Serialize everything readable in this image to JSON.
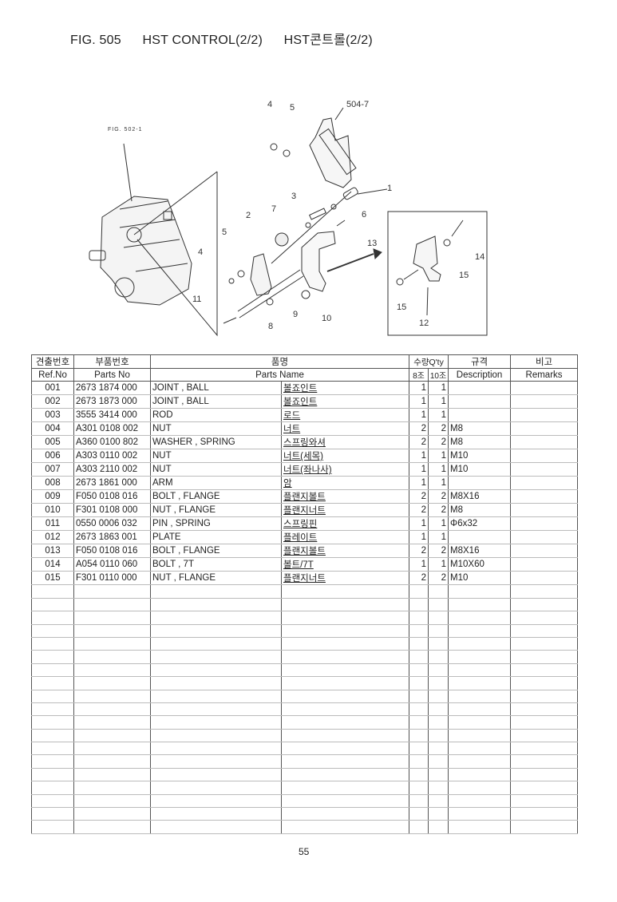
{
  "title": {
    "fig": "FIG. 505",
    "en": "HST CONTROL(2/2)",
    "kr": "HST콘트롤(2/2)"
  },
  "diagram": {
    "ref_fig": "FIG. 502-1",
    "ref_part": "504-7",
    "callouts": [
      "1",
      "2",
      "3",
      "4",
      "5",
      "6",
      "7",
      "8",
      "9",
      "10",
      "11",
      "12",
      "13",
      "14",
      "15"
    ]
  },
  "table": {
    "headers_kr": {
      "ref": "견출번호",
      "parts": "부품번호",
      "name": "품명",
      "qty": "수량Q'ty",
      "desc": "규격",
      "remarks": "비고"
    },
    "headers_en": {
      "ref": "Ref.No",
      "parts": "Parts No",
      "name": "Parts Name",
      "q8": "8조",
      "q10": "10조",
      "desc": "Description",
      "remarks": "Remarks"
    },
    "rows": [
      {
        "ref": "001",
        "parts": "2673 1874 000",
        "name": "JOINT , BALL",
        "kr": "볼죠인트",
        "q8": "1",
        "q10": "1",
        "desc": ""
      },
      {
        "ref": "002",
        "parts": "2673 1873 000",
        "name": "JOINT , BALL",
        "kr": "볼죠인트",
        "q8": "1",
        "q10": "1",
        "desc": ""
      },
      {
        "ref": "003",
        "parts": "3555 3414 000",
        "name": "ROD",
        "kr": "로드",
        "q8": "1",
        "q10": "1",
        "desc": ""
      },
      {
        "ref": "004",
        "parts": "A301 0108 002",
        "name": "NUT",
        "kr": "너트",
        "q8": "2",
        "q10": "2",
        "desc": "M8"
      },
      {
        "ref": "005",
        "parts": "A360 0100 802",
        "name": "WASHER , SPRING",
        "kr": "스프링와셔",
        "q8": "2",
        "q10": "2",
        "desc": "M8"
      },
      {
        "ref": "006",
        "parts": "A303 0110 002",
        "name": "NUT",
        "kr": "너트(세목)",
        "q8": "1",
        "q10": "1",
        "desc": "M10"
      },
      {
        "ref": "007",
        "parts": "A303 2110 002",
        "name": "NUT",
        "kr": "너트(좌나사)",
        "q8": "1",
        "q10": "1",
        "desc": "M10"
      },
      {
        "ref": "008",
        "parts": "2673 1861 000",
        "name": "ARM",
        "kr": "암",
        "q8": "1",
        "q10": "1",
        "desc": ""
      },
      {
        "ref": "009",
        "parts": "F050 0108 016",
        "name": "BOLT , FLANGE",
        "kr": "플랜지볼트",
        "q8": "2",
        "q10": "2",
        "desc": "M8X16"
      },
      {
        "ref": "010",
        "parts": "F301 0108 000",
        "name": "NUT , FLANGE",
        "kr": "플랜지너트",
        "q8": "2",
        "q10": "2",
        "desc": "M8"
      },
      {
        "ref": "011",
        "parts": "0550 0006 032",
        "name": "PIN , SPRING",
        "kr": "스프링핀",
        "q8": "1",
        "q10": "1",
        "desc": "Φ6x32"
      },
      {
        "ref": "012",
        "parts": "2673 1863 001",
        "name": "PLATE",
        "kr": "플레이트",
        "q8": "1",
        "q10": "1",
        "desc": ""
      },
      {
        "ref": "013",
        "parts": "F050 0108 016",
        "name": "BOLT , FLANGE",
        "kr": "플랜지볼트",
        "q8": "2",
        "q10": "2",
        "desc": "M8X16"
      },
      {
        "ref": "014",
        "parts": "A054 0110 060",
        "name": "BOLT , 7T",
        "kr": "볼트/7T",
        "q8": "1",
        "q10": "1",
        "desc": "M10X60"
      },
      {
        "ref": "015",
        "parts": "F301 0110 000",
        "name": "NUT , FLANGE",
        "kr": "플랜지너트",
        "q8": "2",
        "q10": "2",
        "desc": "M10"
      }
    ]
  },
  "page_number": "55"
}
